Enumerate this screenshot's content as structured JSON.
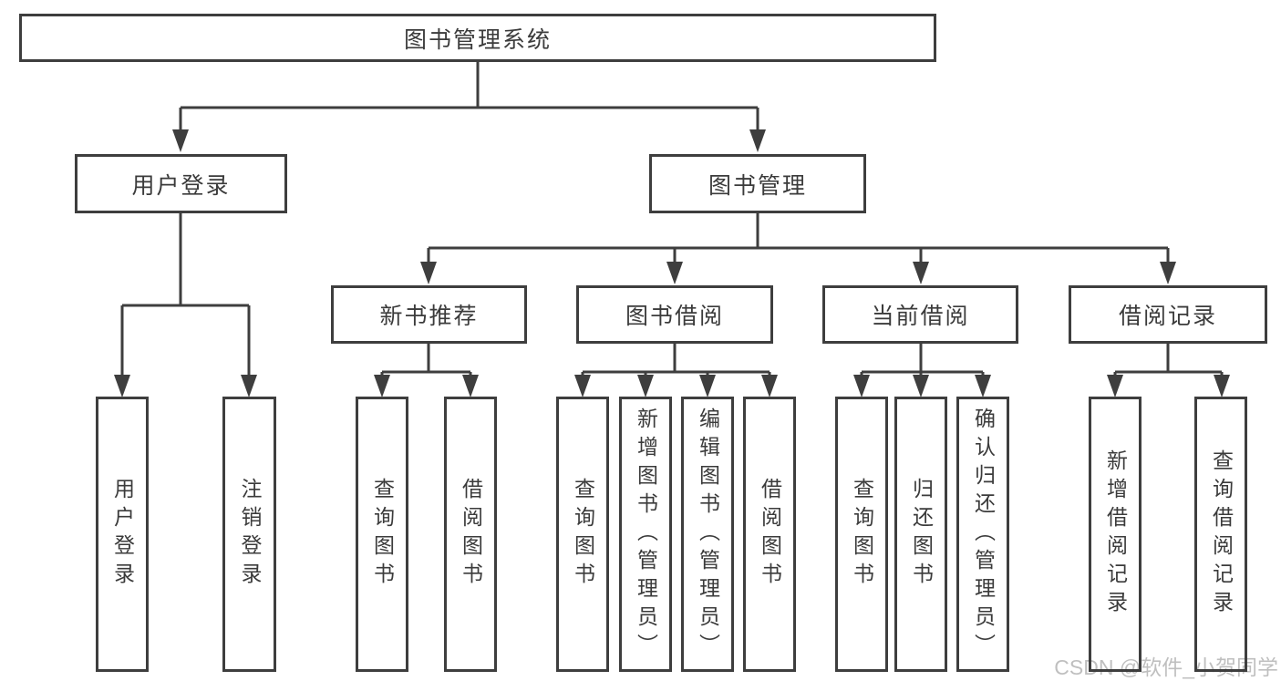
{
  "diagram_title": "图书管理系统",
  "colors": {
    "line": "#3e3e3e",
    "box_border": "#3e3e3e",
    "text": "#3b3b3b",
    "background": "#ffffff",
    "watermark_gray": "#c4c4c4"
  },
  "watermark": "CSDN @软件_小贺同学",
  "tree": {
    "label": "图书管理系统",
    "children": [
      {
        "label": "用户登录",
        "children": [
          {
            "label": "用户登录"
          },
          {
            "label": "注销登录"
          }
        ]
      },
      {
        "label": "图书管理",
        "children": [
          {
            "label": "新书推荐",
            "children": [
              {
                "label": "查询图书"
              },
              {
                "label": "借阅图书"
              }
            ]
          },
          {
            "label": "图书借阅",
            "children": [
              {
                "label": "查询图书"
              },
              {
                "label": "新增图书（管理员）"
              },
              {
                "label": "编辑图书（管理员）"
              },
              {
                "label": "借阅图书"
              }
            ]
          },
          {
            "label": "当前借阅",
            "children": [
              {
                "label": "查询图书"
              },
              {
                "label": "归还图书"
              },
              {
                "label": "确认归还（管理员）"
              }
            ]
          },
          {
            "label": "借阅记录",
            "children": [
              {
                "label": "新增借阅记录"
              },
              {
                "label": "查询借阅记录"
              }
            ]
          }
        ]
      }
    ]
  }
}
